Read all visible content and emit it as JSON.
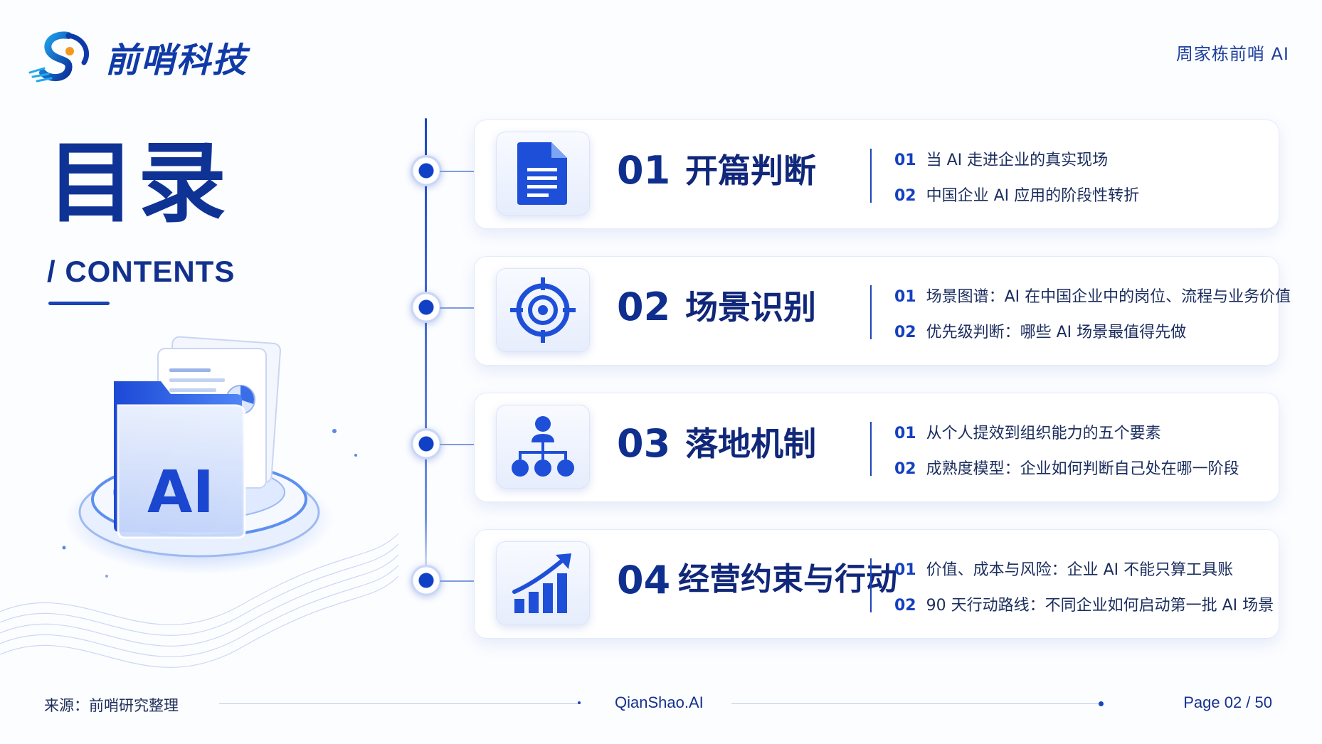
{
  "header": {
    "brand_name": "前哨科技",
    "right_text": "周家栋前哨 AI"
  },
  "toc": {
    "title": "目录",
    "subtitle": "/ CONTENTS",
    "illustration_text": "AI"
  },
  "sections": [
    {
      "number": "01",
      "title": "开篇判断",
      "icon": "document-icon",
      "items": [
        {
          "num": "01",
          "text": "当 AI 走进企业的真实现场"
        },
        {
          "num": "02",
          "text": "中国企业 AI 应用的阶段性转折"
        }
      ]
    },
    {
      "number": "02",
      "title": "场景识别",
      "icon": "target-icon",
      "items": [
        {
          "num": "01",
          "text": "场景图谱：AI 在中国企业中的岗位、流程与业务价值"
        },
        {
          "num": "02",
          "text": "优先级判断：哪些 AI 场景最值得先做"
        }
      ]
    },
    {
      "number": "03",
      "title": "落地机制",
      "icon": "org-chart-icon",
      "items": [
        {
          "num": "01",
          "text": "从个人提效到组织能力的五个要素"
        },
        {
          "num": "02",
          "text": "成熟度模型：企业如何判断自己处在哪一阶段"
        }
      ]
    },
    {
      "number": "04",
      "title": "经营约束与行动",
      "icon": "growth-chart-icon",
      "items": [
        {
          "num": "01",
          "text": "价值、成本与风险：企业 AI 不能只算工具账"
        },
        {
          "num": "02",
          "text": "90 天行动路线：不同企业如何启动第一批 AI 场景"
        }
      ]
    }
  ],
  "footer": {
    "source": "来源：前哨研究整理",
    "site": "QianShao.AI",
    "page": "Page 02 / 50"
  },
  "colors": {
    "primary": "#0f3395",
    "accent": "#1440c0",
    "card_border": "#e4ebfa"
  }
}
